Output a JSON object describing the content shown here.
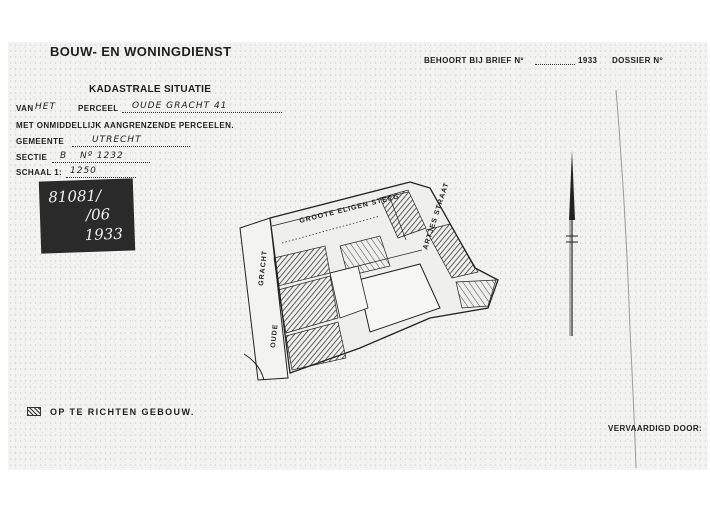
{
  "header": {
    "org_title": "BOUW- EN WONINGDIENST",
    "behoort_label": "BEHOORT BIJ BRIEF Nº",
    "year": "1933",
    "dossier_label": "DOSSIER Nº"
  },
  "form": {
    "title": "KADASTRALE SITUATIE",
    "van_label": "VAN",
    "van_value": "HET",
    "perceel_label": "PERCEEL",
    "perceel_value": "OUDE GRACHT 41",
    "onmiddellijk_line": "MET ONMIDDELLIJK AANGRENZENDE PERCEELEN.",
    "gemeente_label": "GEMEENTE",
    "gemeente_value": "UTRECHT",
    "sectie_label": "SECTIE",
    "sectie_value": "B",
    "sectie_number": "Nº 1232",
    "schaal_label": "SCHAAL 1:",
    "schaal_value": "1250"
  },
  "stamp": {
    "line1": "81081/",
    "line2": "/06",
    "line3": "1933"
  },
  "map": {
    "street_top": "GROOTE ELIGEN STEEG",
    "street_left_1": "GRACHT",
    "street_left_2": "OUDE",
    "street_right": "ARTJES STRAAT"
  },
  "legend": {
    "label": "OP TE RICHTEN GEBOUW."
  },
  "footer": {
    "vervaardigd_label": "VERVAARDIGD DOOR:"
  },
  "colors": {
    "paper": "#f3f3f1",
    "ink": "#1e1e1e",
    "stamp": "#2a2a2a"
  }
}
